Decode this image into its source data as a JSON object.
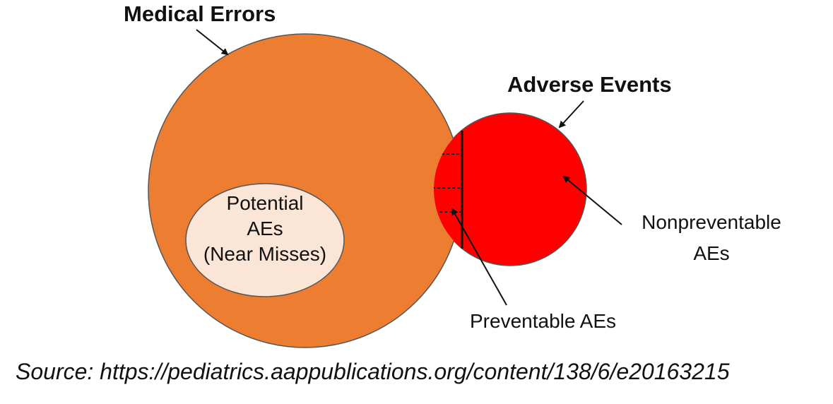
{
  "colors": {
    "medical_errors_fill": "#ED7D31",
    "adverse_events_fill": "#FF0000",
    "potential_fill": "#FBE5D6",
    "outline": "#555555",
    "text": "#111111"
  },
  "labels": {
    "medical_errors": "Medical Errors",
    "adverse_events": "Adverse Events",
    "potential_line1": "Potential",
    "potential_line2": "AEs",
    "potential_line3": "(Near Misses)",
    "nonpreventable_line1": "Nonpreventable",
    "nonpreventable_line2": "AEs",
    "preventable": "Preventable AEs"
  },
  "source": "Source: https://pediatrics.aappublications.org/content/138/6/e20163215"
}
